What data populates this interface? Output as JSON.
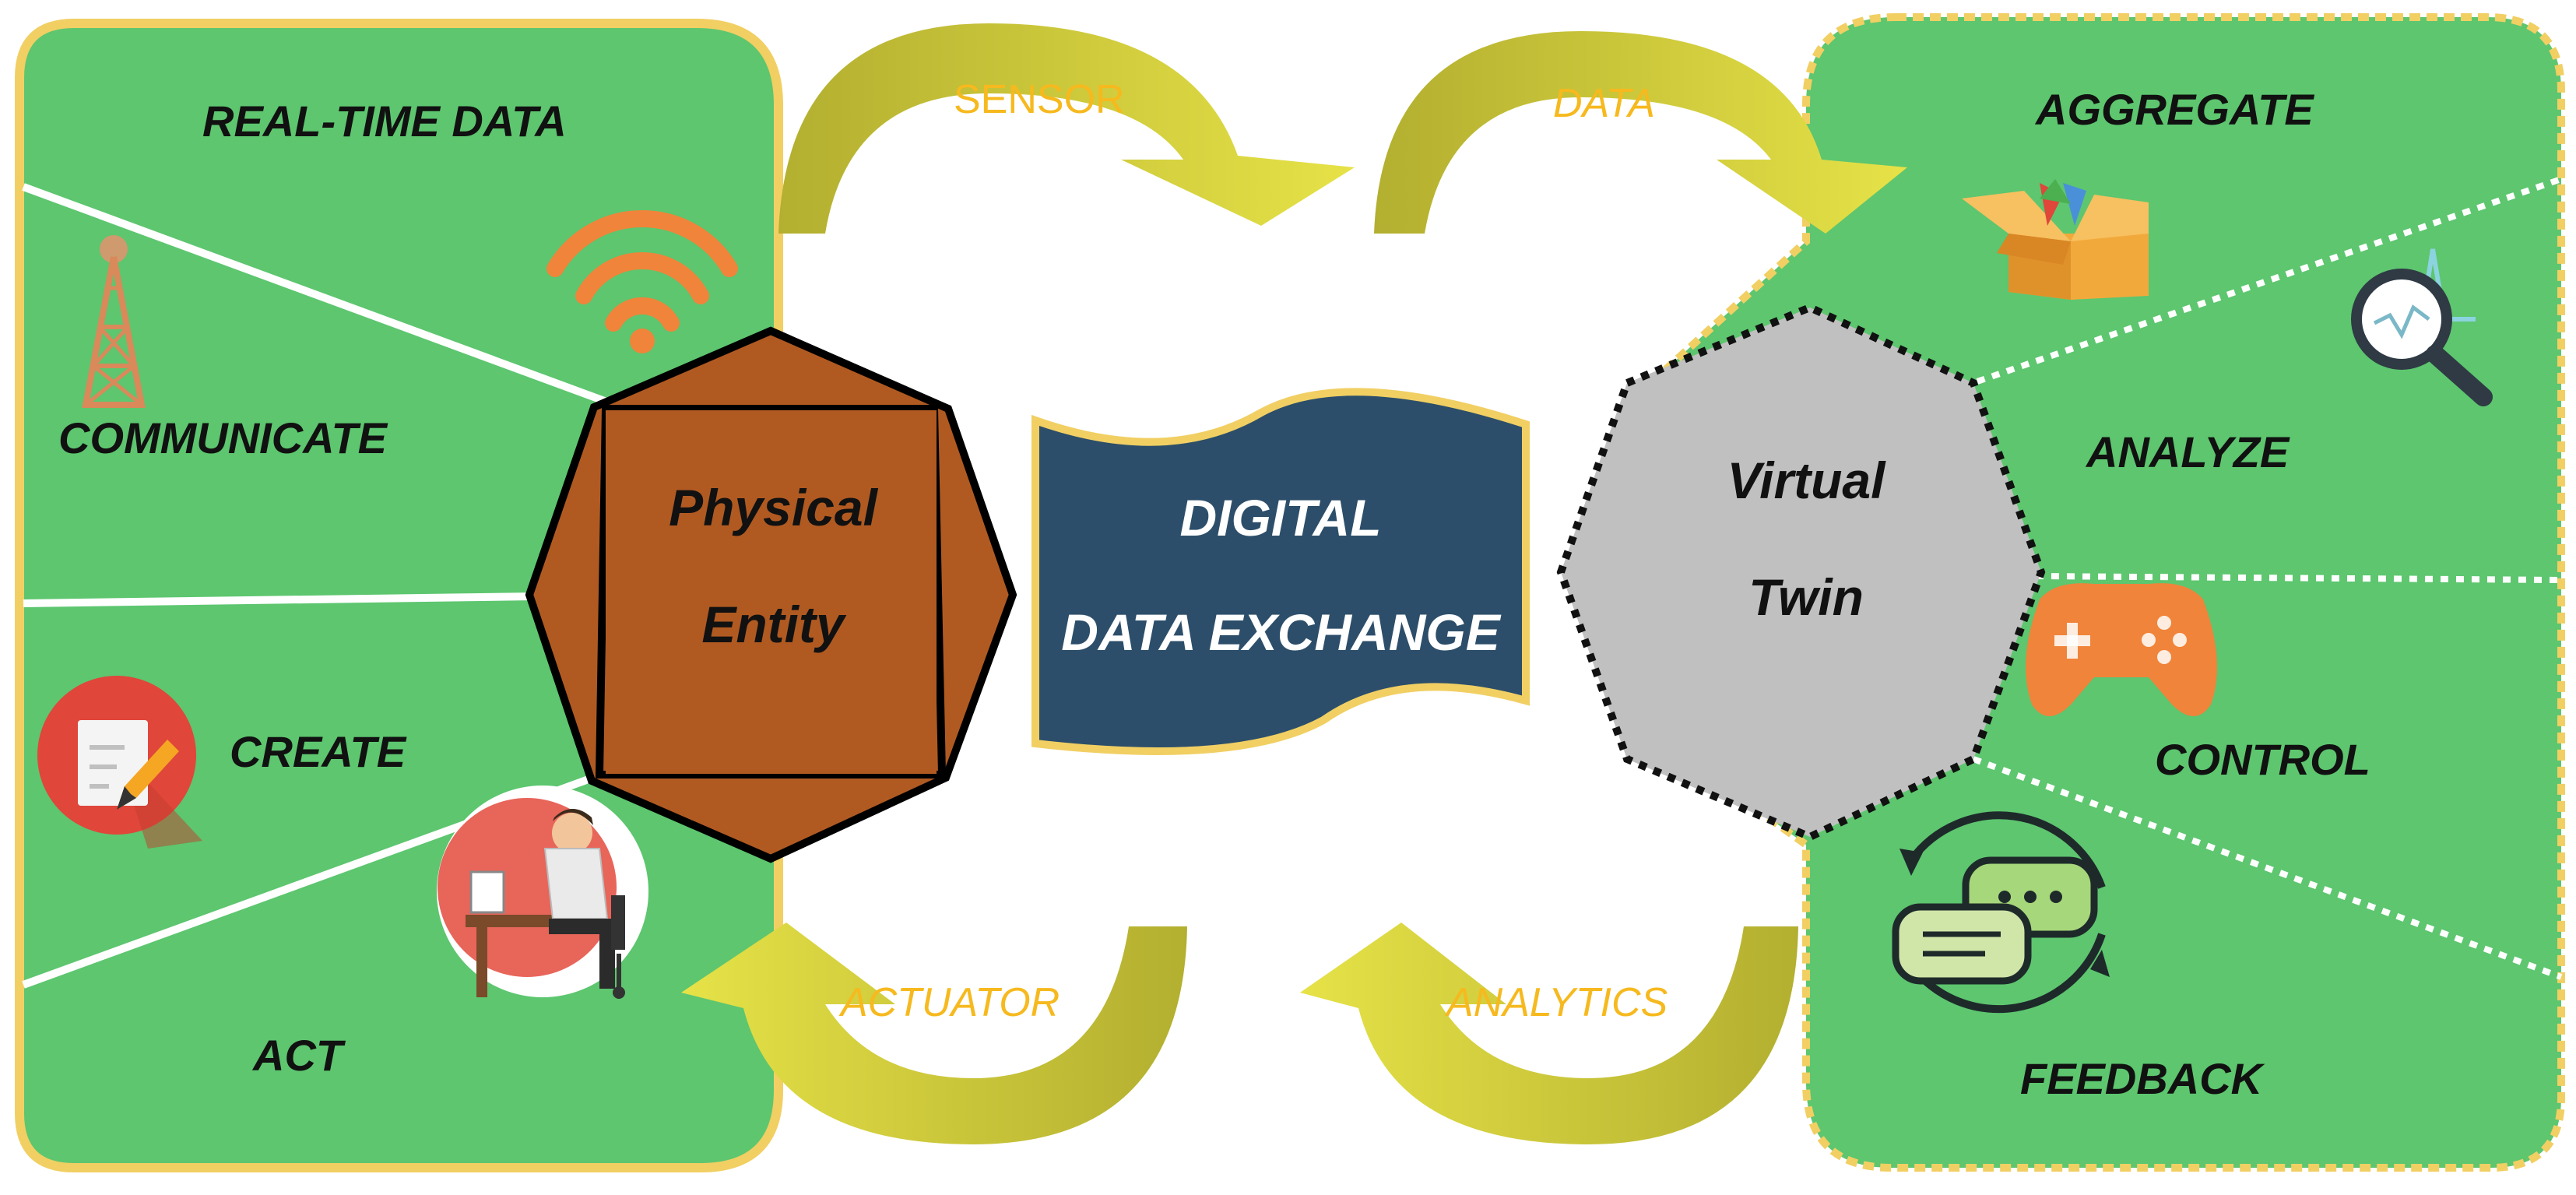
{
  "left_panel": {
    "labels": {
      "realtime": "REAL-TIME  DATA",
      "communicate": "COMMUNICATE",
      "create": "CREATE",
      "act": "ACT"
    },
    "icons": [
      "radio-tower-icon",
      "wifi-icon",
      "edit-document-icon",
      "person-at-desk-icon"
    ]
  },
  "right_panel": {
    "labels": {
      "aggregate": "AGGREGATE",
      "analyze": "ANALYZE",
      "control": "CONTROL",
      "feedback": "FEEDBACK"
    },
    "icons": [
      "open-box-icon",
      "magnifier-chart-icon",
      "gamepad-icon",
      "chat-cycle-icon"
    ]
  },
  "physical_entity": {
    "line1": "Physical",
    "line2": "Entity"
  },
  "virtual_twin": {
    "line1": "Virtual",
    "line2": "Twin"
  },
  "center": {
    "line1": "DIGITAL",
    "line2": "DATA EXCHANGE"
  },
  "arrows": {
    "sensor": "SENSOR",
    "data": "DATA",
    "actuator": "ACTUATOR",
    "analytics": "ANALYTICS"
  },
  "colors": {
    "panel_green": "#5dc66f",
    "panel_border": "#f1cf63",
    "arrow_dark": "#b9b535",
    "arrow_light": "#e3df46",
    "arrow_text": "#f6b91e",
    "physical_fill": "#b05a22",
    "virtual_fill": "#c0c0c0",
    "center_fill": "#2c4e6a"
  }
}
